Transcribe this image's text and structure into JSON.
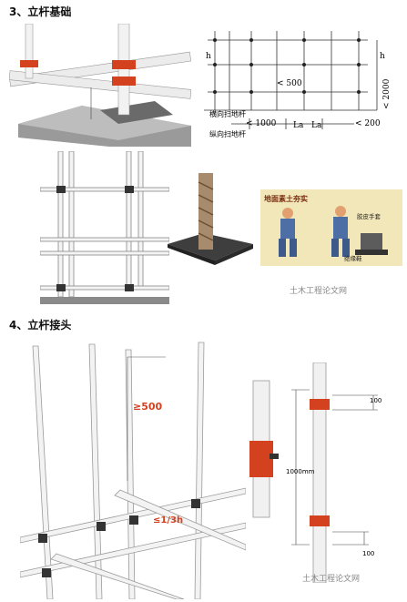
{
  "section3": {
    "heading": "3、立杆基础",
    "drawing": {
      "label_h_left": "h",
      "label_h_right": "h",
      "label_500": "< 500",
      "label_2000": "< 2000",
      "label_transverse": "横向扫地杆",
      "label_longitudinal": "纵向扫地杆",
      "label_1000": "< 1000",
      "label_la1": "La",
      "label_la2": "La",
      "label_200": "< 200"
    },
    "poster": {
      "title": "地面素土夯实",
      "glove": "胶皮手套",
      "boots": "绝缘鞋"
    },
    "watermark": "土木工程论文网"
  },
  "section4": {
    "heading": "4、立杆接头",
    "label_500": "≥500",
    "label_third": "≤1/3h",
    "label_100_top": "100",
    "label_1000mm": "1000mm",
    "label_100_bottom": "100",
    "watermark": "土木工程论文网"
  },
  "colors": {
    "accent": "#d4411e",
    "pipe": "#e9e9e9",
    "ground": "#7a7a7a",
    "poster_bg": "#f2e7b8"
  }
}
